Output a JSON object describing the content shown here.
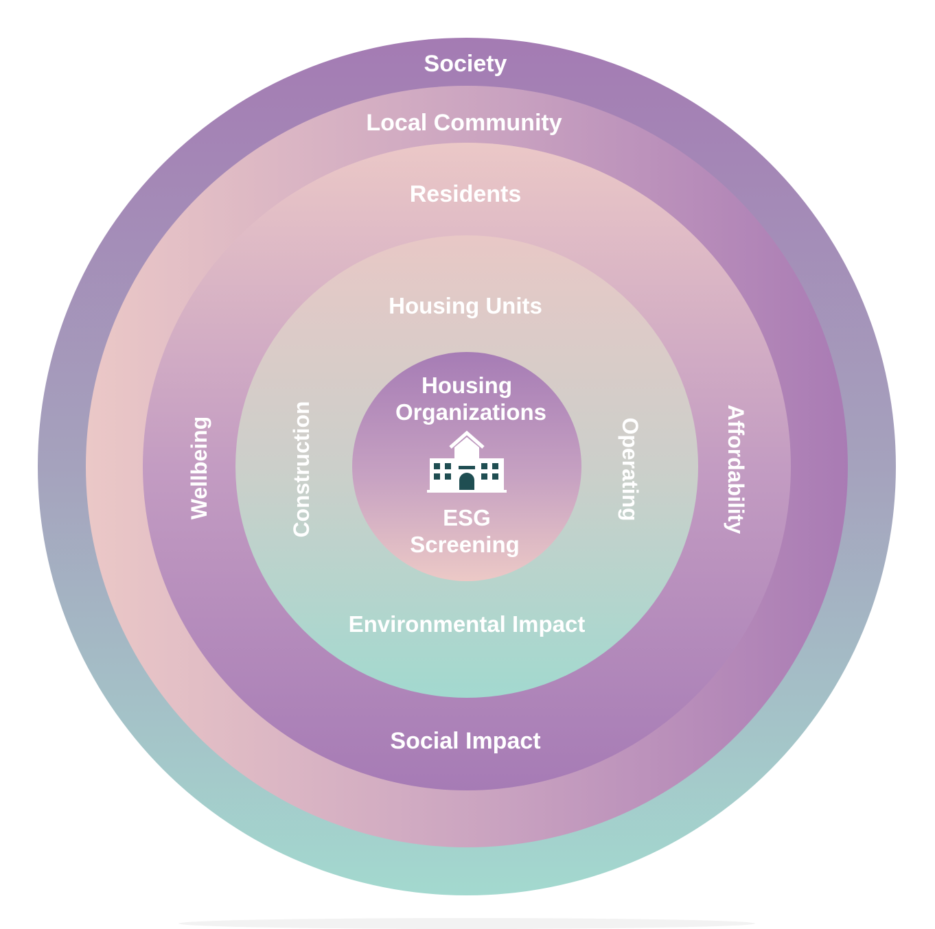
{
  "rings": {
    "society": {
      "label": "Society"
    },
    "local_community": {
      "label": "Local Community"
    },
    "residents": {
      "label": "Residents"
    },
    "social_impact": {
      "label": "Social Impact",
      "left_label": "Wellbeing",
      "right_label": "Affordability"
    },
    "housing_units": {
      "label": "Housing Units"
    },
    "environmental_impact": {
      "label": "Environmental Impact",
      "left_label": "Construction",
      "right_label": "Operating"
    }
  },
  "center": {
    "title_line1": "Housing",
    "title_line2": "Organizations",
    "icon": "building-icon",
    "subtitle_line1": "ESG",
    "subtitle_line2": "Screening"
  },
  "colors": {
    "purple": "#a47fb5",
    "mauve": "#c6a2c1",
    "blush": "#e9c6c6",
    "teal": "#a3d9cf",
    "icon_dark": "#1f4e52",
    "text": "#ffffff"
  }
}
